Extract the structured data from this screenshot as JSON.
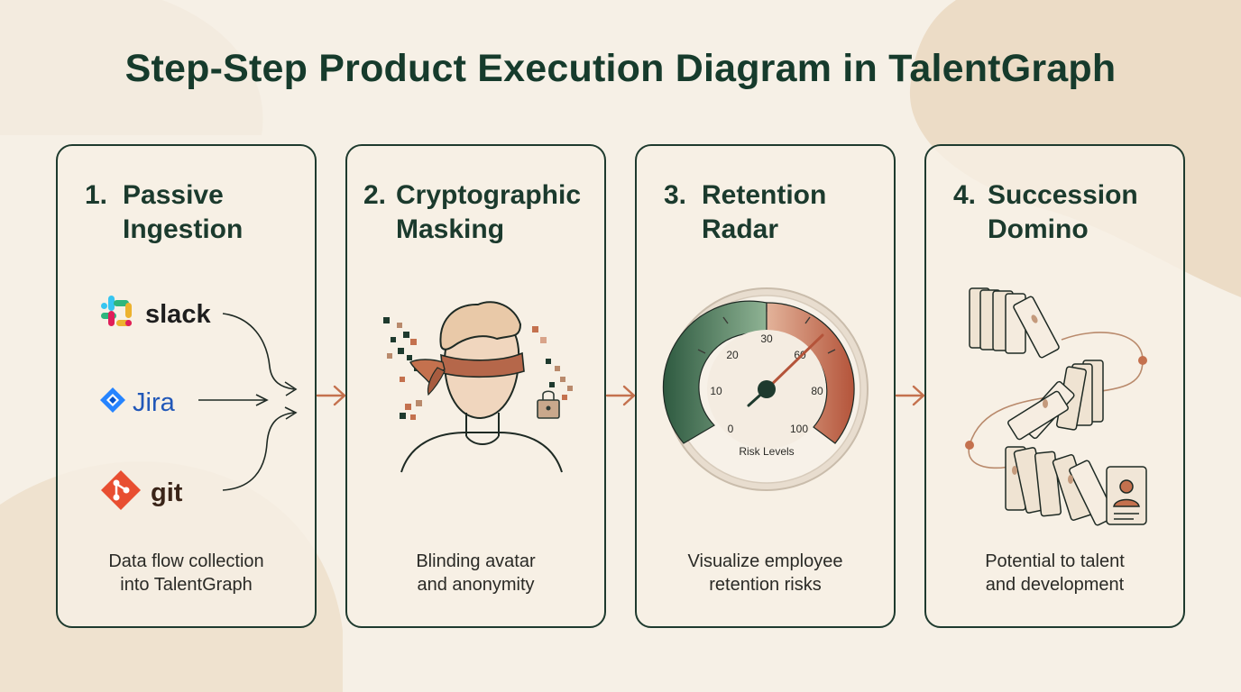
{
  "title": "Step-Step Product Execution Diagram in TalentGraph",
  "steps": [
    {
      "number": "1.",
      "title_line1": "Passive",
      "title_line2": "Ingestion",
      "sources": [
        "slack",
        "Jira",
        "git"
      ],
      "desc_line1": "Data flow collection",
      "desc_line2": "into TalentGraph"
    },
    {
      "number": "2.",
      "title_line1": "Cryptographic",
      "title_line2": "Masking",
      "desc_line1": "Blinding avatar",
      "desc_line2": "and anonymity"
    },
    {
      "number": "3.",
      "title_line1": "Retention",
      "title_line2": "Radar",
      "gauge": {
        "ticks": [
          "0",
          "10",
          "20",
          "30",
          "60",
          "80",
          "100"
        ],
        "label": "Risk Levels"
      },
      "desc_line1": "Visualize employee",
      "desc_line2": "retention risks"
    },
    {
      "number": "4.",
      "title_line1": "Succession",
      "title_line2": "Domino",
      "desc_line1": "Potential to talent",
      "desc_line2": "and development"
    }
  ],
  "colors": {
    "background": "#f6f0e6",
    "ink": "#1b3a2d",
    "accent": "#c4714e",
    "green": "#3e6b4f"
  }
}
